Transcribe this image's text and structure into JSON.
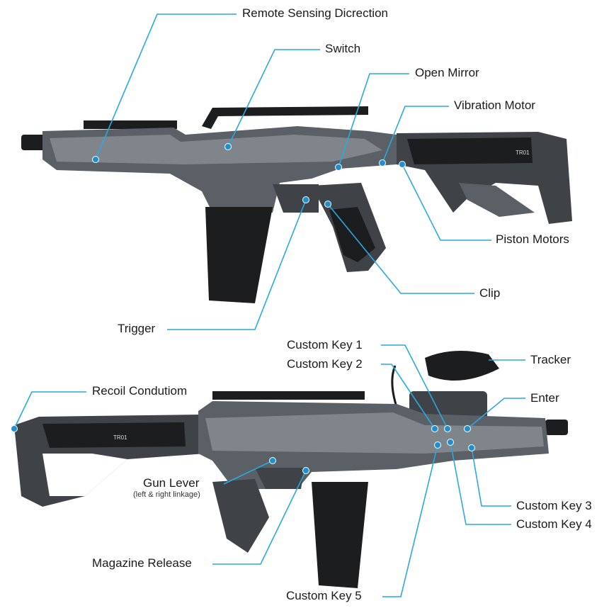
{
  "labels": {
    "remote_sensing": "Remote Sensing Dicrection",
    "switch": "Switch",
    "open_mirror": "Open Mirror",
    "vibration_motor": "Vibration Motor",
    "piston_motors": "Piston Motors",
    "clip": "Clip",
    "trigger": "Trigger",
    "custom_key_1": "Custom Key 1",
    "custom_key_2": "Custom Key 2",
    "tracker": "Tracker",
    "recoil": "Recoil Condutiom",
    "enter": "Enter",
    "gun_lever": "Gun Lever",
    "gun_lever_note": "(left & right linkage)",
    "custom_key_3": "Custom Key 3",
    "custom_key_4": "Custom Key 4",
    "magazine_release": "Magazine Release",
    "custom_key_5": "Custom Key 5"
  },
  "gun_marking": "TR01",
  "colors": {
    "leader": "#29a9e0",
    "dot": "#1f8fd0",
    "body_dark": "#3f4247",
    "body_mid": "#5b5f66",
    "body_light": "#80858c",
    "black": "#1c1d1f"
  }
}
